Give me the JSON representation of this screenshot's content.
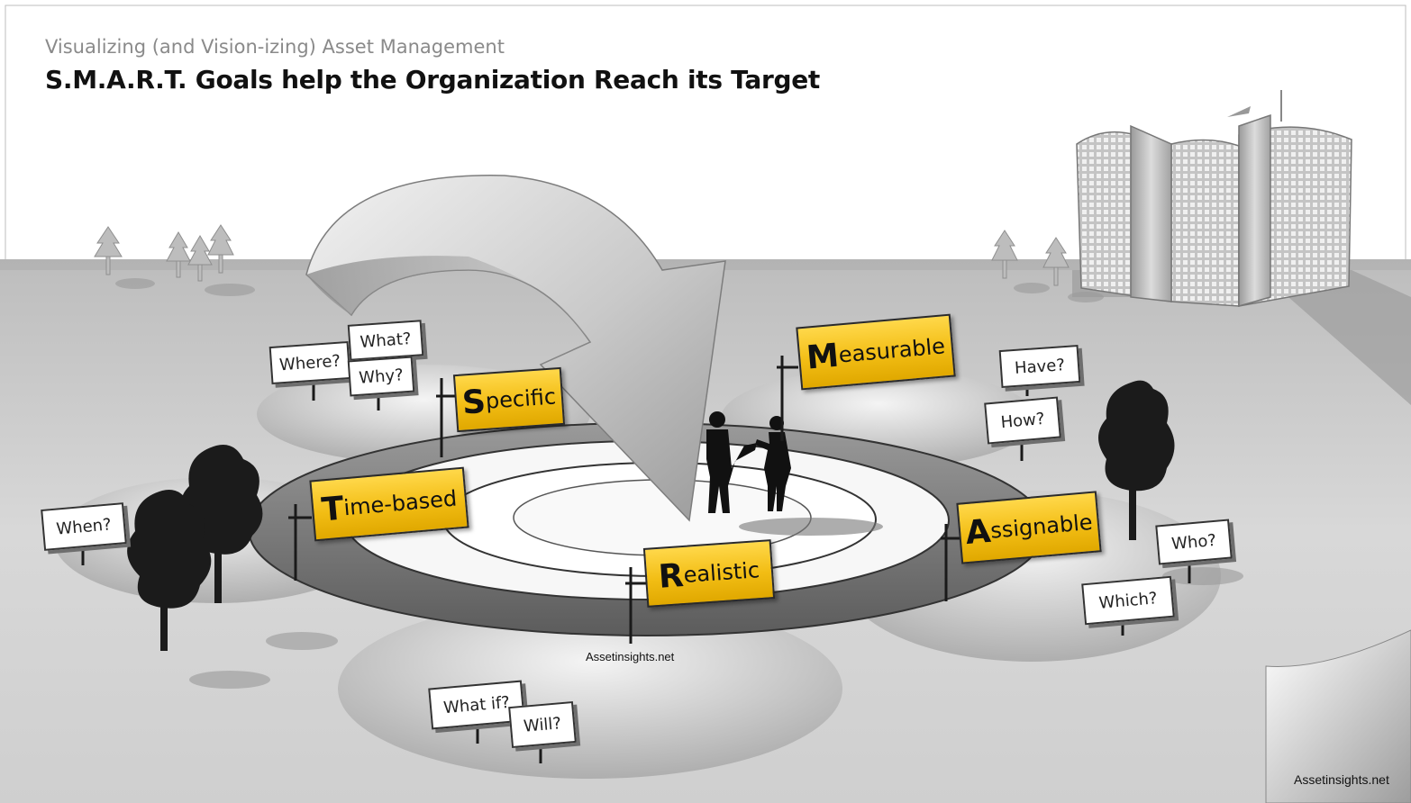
{
  "header": {
    "subtitle": "Visualizing (and Vision-izing) Asset Management",
    "title": "S.M.A.R.T. Goals help the Organization Reach its Target"
  },
  "goals": [
    {
      "initial": "S",
      "rest": "pecific"
    },
    {
      "initial": "M",
      "rest": "easurable"
    },
    {
      "initial": "T",
      "rest": "ime-based"
    },
    {
      "initial": "A",
      "rest": "ssignable"
    },
    {
      "initial": "R",
      "rest": "ealistic"
    }
  ],
  "questions": [
    "Where?",
    "What?",
    "Why?",
    "Have?",
    "How?",
    "When?",
    "Who?",
    "Which?",
    "What if?",
    "Will?"
  ],
  "watermarks": {
    "center": "Assetinsights.net",
    "corner": "Assetinsights.net"
  },
  "colors": {
    "goal_sign": "#f2bd14",
    "question_sign": "#ffffff",
    "ground": "#c8c8c8"
  }
}
